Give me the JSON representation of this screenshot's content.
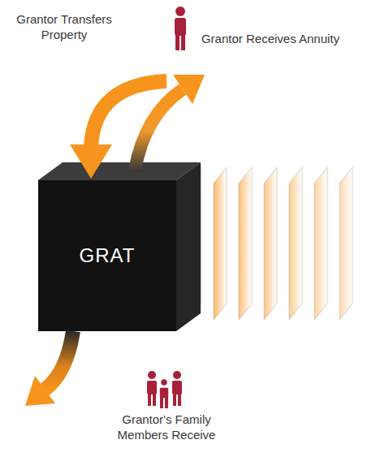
{
  "diagram": {
    "nodes": [
      {
        "text": [
          "GRAT"
        ]
      }
    ],
    "labels": [
      "Grantor Transfers Property",
      "Grantor Receives Annuity",
      "Grantor's Family Members Receive"
    ]
  }
}
